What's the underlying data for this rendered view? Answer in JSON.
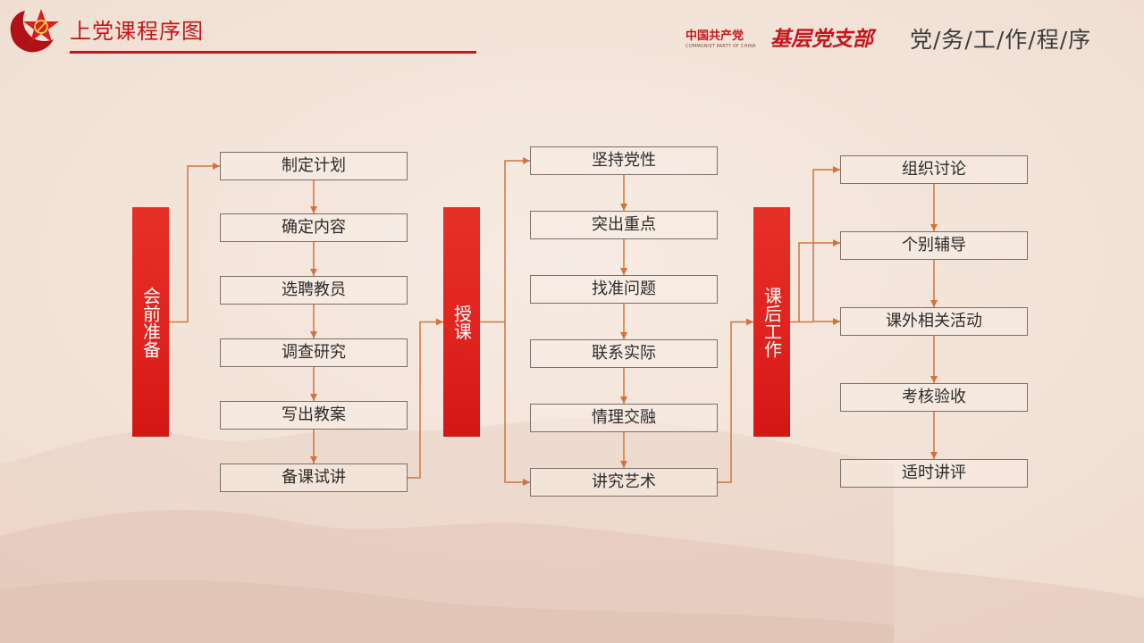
{
  "header": {
    "title": "上党课程序图",
    "brand_cn": "中国共产党",
    "brand_en": "COMMUNIST PARTY OF CHINA",
    "brand_sub": "基层党支部",
    "right_title": "党/务/工/作/程/序"
  },
  "colors": {
    "accent": "#c8151a",
    "arrow": "#d0743e",
    "stage": "#e0231e"
  },
  "diagram": {
    "stages": [
      {
        "label": "会前准备"
      },
      {
        "label": "授课"
      },
      {
        "label": "课后工作"
      }
    ],
    "columns": [
      [
        "制定计划",
        "确定内容",
        "选聘教员",
        "调查研究",
        "写出教案",
        "备课试讲"
      ],
      [
        "坚持党性",
        "突出重点",
        "找准问题",
        "联系实际",
        "情理交融",
        "讲究艺术"
      ],
      [
        "组织讨论",
        "个别辅导",
        "课外相关活动",
        "考核验收",
        "适时讲评"
      ]
    ]
  }
}
